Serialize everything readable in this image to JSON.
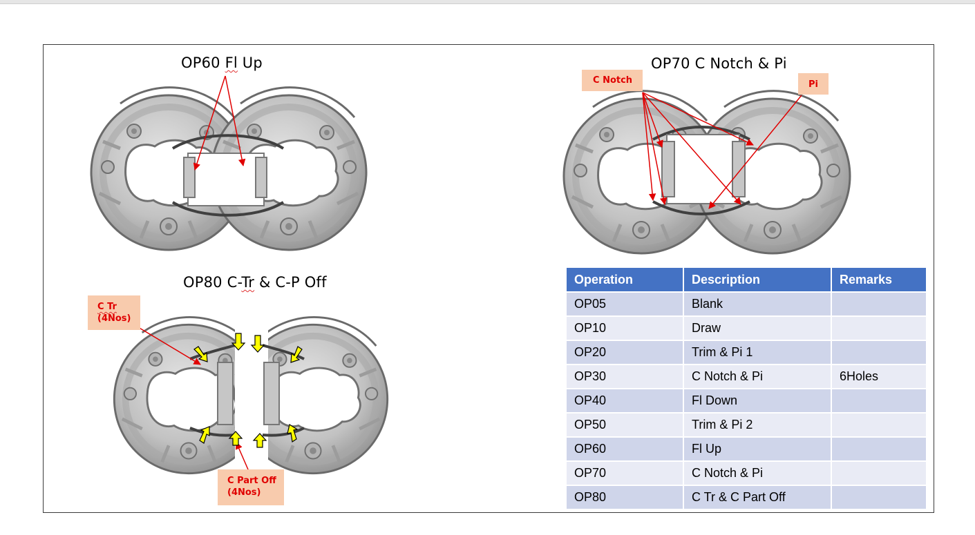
{
  "titles": {
    "op60": {
      "prefix": "OP60 ",
      "squig": "Fl",
      "suffix": " Up"
    },
    "op70": "OP70 C Notch & Pi",
    "op80": {
      "prefix": "OP80 C-",
      "squig": "Tr",
      "suffix": " & C-P Off"
    }
  },
  "callouts": {
    "c_notch": "C Notch",
    "pi": "Pi",
    "c_tr_line1": "C Tr",
    "c_tr_line2": "(4Nos)",
    "c_part_off_line1": "C Part Off",
    "c_part_off_line2": "(4Nos)"
  },
  "colors": {
    "header": "#4472c4",
    "row_odd": "#cfd5ea",
    "row_even": "#e9ebf5",
    "callout_bg": "#f8cbad",
    "callout_text": "#e00000",
    "arrow_red": "#e00000",
    "arrow_yellow": "#ffff00"
  },
  "table": {
    "headers": [
      "Operation",
      "Description",
      "Remarks"
    ],
    "rows": [
      [
        "OP05",
        "Blank",
        ""
      ],
      [
        "OP10",
        "Draw",
        ""
      ],
      [
        "OP20",
        "Trim & Pi 1",
        ""
      ],
      [
        "OP30",
        "C Notch & Pi",
        "6Holes"
      ],
      [
        "OP40",
        "Fl Down",
        ""
      ],
      [
        "OP50",
        "Trim & Pi 2",
        ""
      ],
      [
        "OP60",
        "Fl Up",
        ""
      ],
      [
        "OP70",
        "C Notch & Pi",
        ""
      ],
      [
        "OP80",
        "C Tr & C Part Off",
        ""
      ]
    ]
  }
}
